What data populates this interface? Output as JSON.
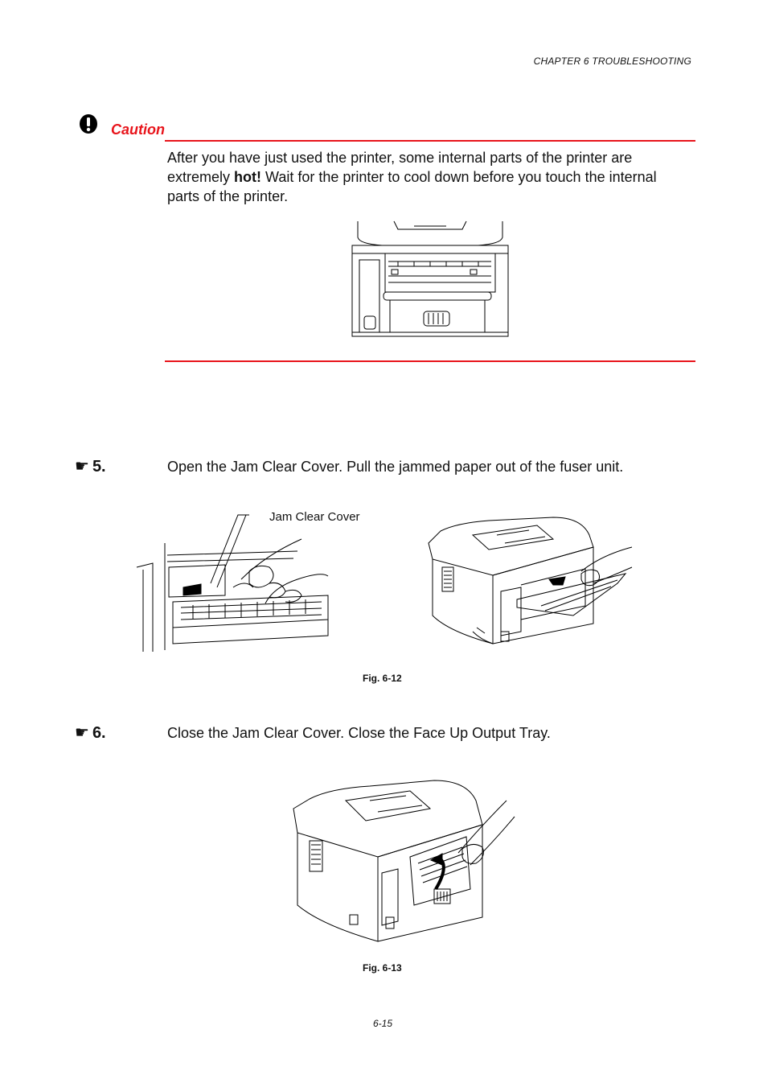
{
  "header": {
    "chapter": "CHAPTER 6 TROUBLESHOOTING"
  },
  "caution": {
    "label": "Caution",
    "text_before": "After you have just used the printer, some internal parts of the printer are extremely ",
    "text_bold": "hot!",
    "text_after": "  Wait for the printer to cool down before you touch the internal parts of the printer."
  },
  "steps": [
    {
      "number": "5.",
      "text": "Open the Jam Clear Cover.  Pull the jammed paper out of the fuser unit."
    },
    {
      "number": "6.",
      "text": "Close the Jam Clear Cover.  Close the Face Up Output Tray."
    }
  ],
  "figures": {
    "fig12_callout": "Jam Clear Cover",
    "fig12_label": "Fig. 6-12",
    "fig13_label": "Fig. 6-13"
  },
  "footer": {
    "page_number": "6-15"
  },
  "icons": {
    "caution": "exclamation-icon",
    "step_marker": "pointing-hand-icon"
  },
  "colors": {
    "accent": "#e8141b"
  }
}
